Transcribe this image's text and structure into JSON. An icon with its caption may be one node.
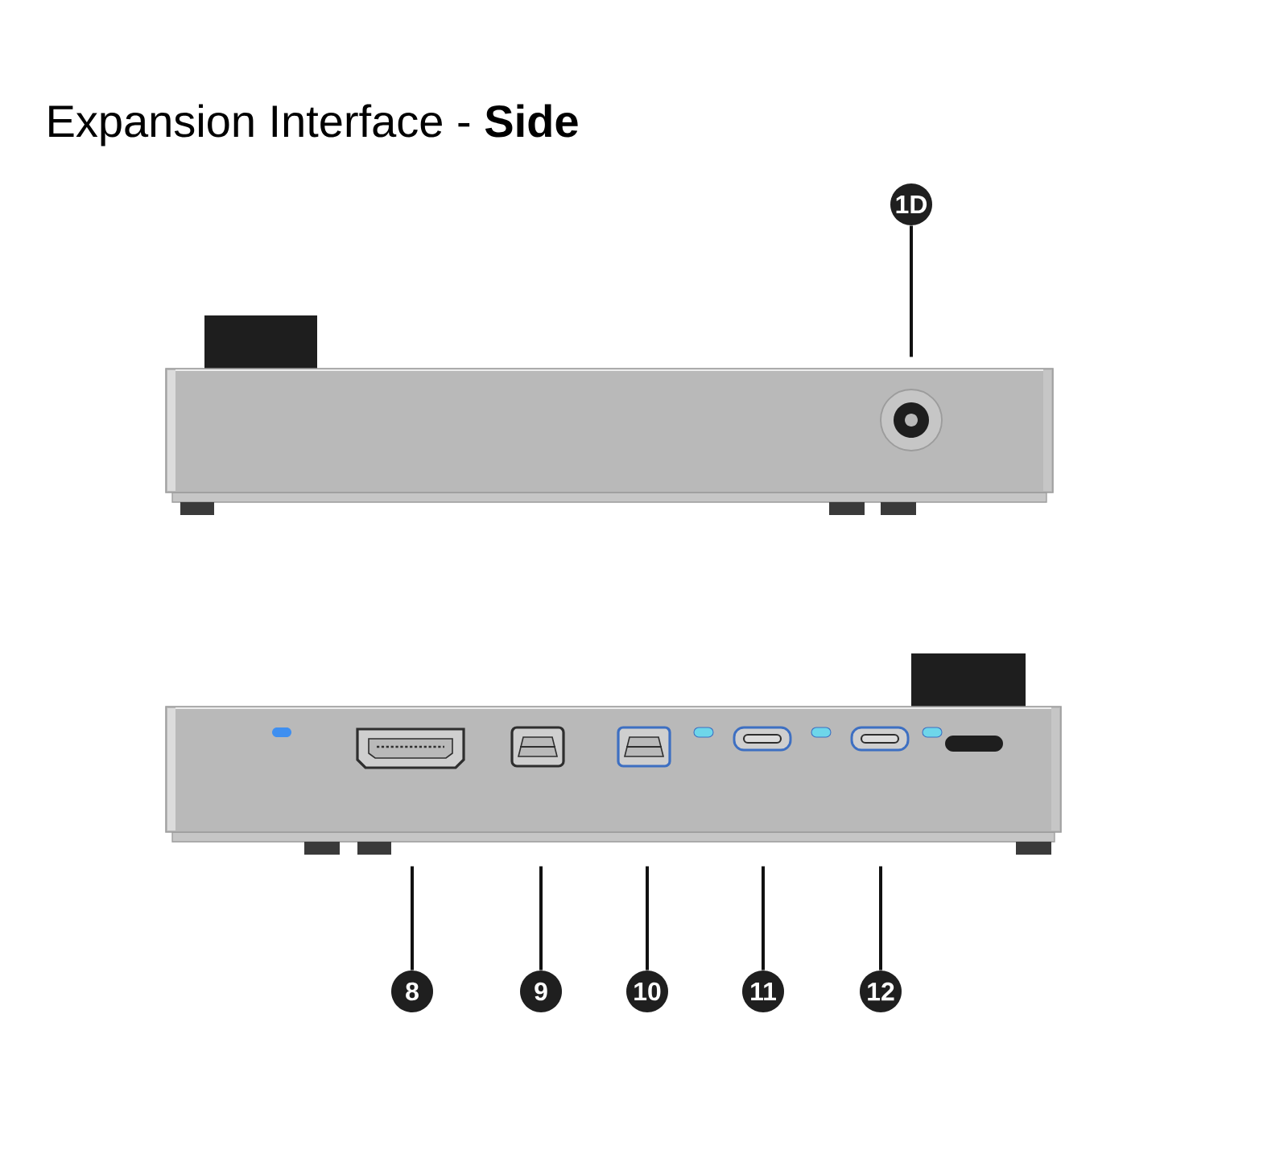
{
  "diagram": {
    "title": "Expansion Interface - **Side**",
    "nodes": [
      {
        "text": [
          "1D"
        ]
      },
      {
        "text": [
          "8"
        ]
      },
      {
        "text": [
          "9"
        ]
      },
      {
        "text": [
          "10"
        ]
      },
      {
        "text": [
          "11"
        ]
      },
      {
        "text": [
          "12"
        ]
      },
      {
        "text": [],
        "shape": "picture"
      },
      {
        "text": [],
        "shape": "picture"
      }
    ],
    "edges": [
      {
        "from": 0,
        "to": 6,
        "arrow": "none"
      },
      {
        "from": 1,
        "to": 7,
        "arrow": "none"
      },
      {
        "from": 2,
        "to": 7,
        "arrow": "none"
      },
      {
        "from": 3,
        "to": 7,
        "arrow": "none"
      },
      {
        "from": 4,
        "to": 7,
        "arrow": "none"
      },
      {
        "from": 5,
        "to": 7,
        "arrow": "none"
      }
    ]
  }
}
